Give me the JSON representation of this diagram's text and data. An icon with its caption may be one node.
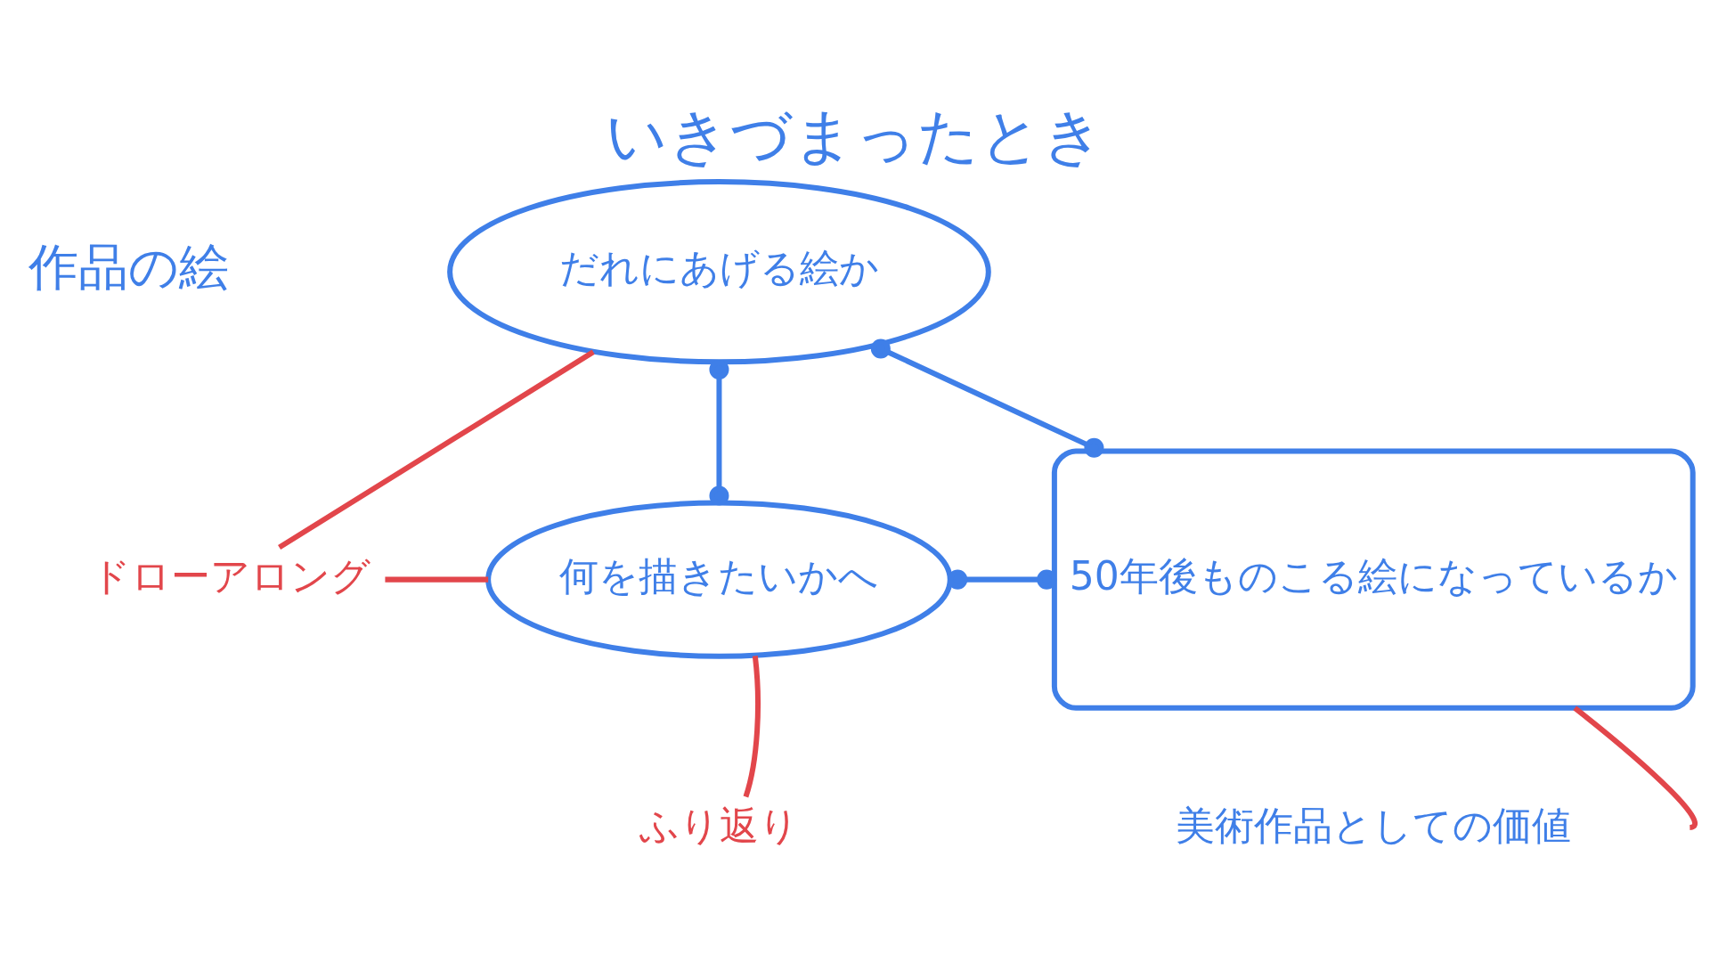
{
  "diagram": {
    "title": "いきづまったとき",
    "nodes": [
      {
        "text": [
          "だれにあげる絵か"
        ]
      },
      {
        "text": [
          "ドローアロング"
        ]
      },
      {
        "text": [
          "何を描きたいかへ"
        ]
      },
      {
        "text": [
          "50年後ものこる絵になっているか"
        ],
        "beside": [
          "美術作品としての価値"
        ]
      },
      {
        "text": [
          "ふり返り"
        ]
      }
    ],
    "edges": [
      {
        "from": 0,
        "to": 2,
        "arrow": "other",
        "color": "#3f7fe8"
      },
      {
        "from": 0,
        "to": 3,
        "arrow": "other",
        "color": "#3f7fe8"
      },
      {
        "from": 2,
        "to": 3,
        "arrow": "other",
        "color": "#3f7fe8"
      },
      {
        "from": 1,
        "to": 0,
        "arrow": "none",
        "color": "#e2464b"
      },
      {
        "from": 1,
        "to": 2,
        "arrow": "none",
        "color": "#e2464b"
      },
      {
        "from": 4,
        "to": 2,
        "arrow": "none",
        "color": "#e2464b"
      },
      {
        "from": null,
        "to": 3,
        "arrow": "none",
        "color": "#e2464b"
      }
    ],
    "labels": [
      "作品の絵"
    ]
  }
}
